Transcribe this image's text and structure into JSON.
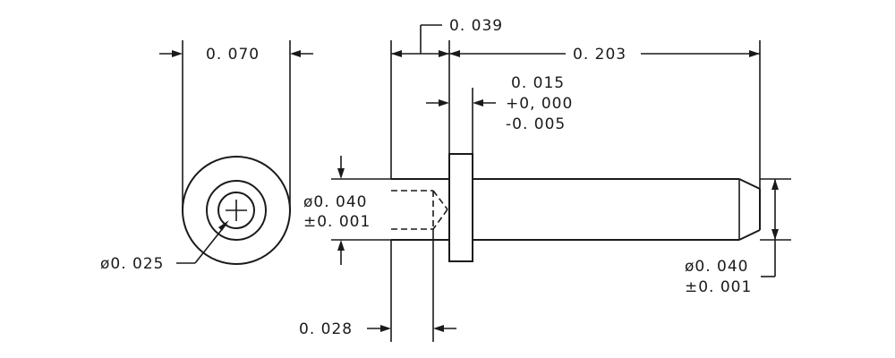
{
  "dimensions": {
    "end_view_diameter": "0. 070",
    "hole_diameter": "ø0. 025",
    "shoulder_offset": "0. 039",
    "overall_length": "0. 203",
    "flange_thickness": "0. 015",
    "flange_tol_plus": "+0, 000",
    "flange_tol_minus": "-0. 005",
    "left_pin_diameter": "ø0. 040",
    "left_pin_tolerance": "±0. 001",
    "right_pin_diameter": "ø0. 040",
    "right_pin_tolerance": "±0. 001",
    "bore_depth": "0. 028"
  }
}
